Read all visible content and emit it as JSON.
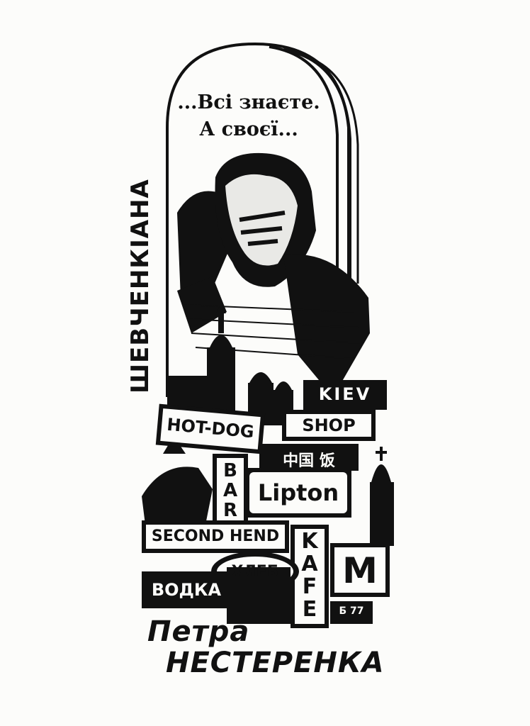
{
  "bookplate": {
    "motto_line1": "...Всі знаєте.",
    "motto_line2": "А своєї...",
    "vertical_title": "ШЕВЧЕНКІАНА",
    "owner_line1": "Петра",
    "owner_line2": "НЕСТЕРЕНКА",
    "signature": "Б 77"
  },
  "signs": {
    "kiev": "KIEV",
    "shop": "SHOP",
    "hotdog": "HOT-DOG",
    "bar": "BAR",
    "lipton": "Lipton",
    "second_hand": "SECOND HEND",
    "kafe": "KAFE",
    "metro": "M",
    "vodka": "ВОДКА",
    "khleb": "ХЛЕБ",
    "script": "中国 饭"
  },
  "colors": {
    "ink": "#111111",
    "paper": "#fcfcfa"
  }
}
